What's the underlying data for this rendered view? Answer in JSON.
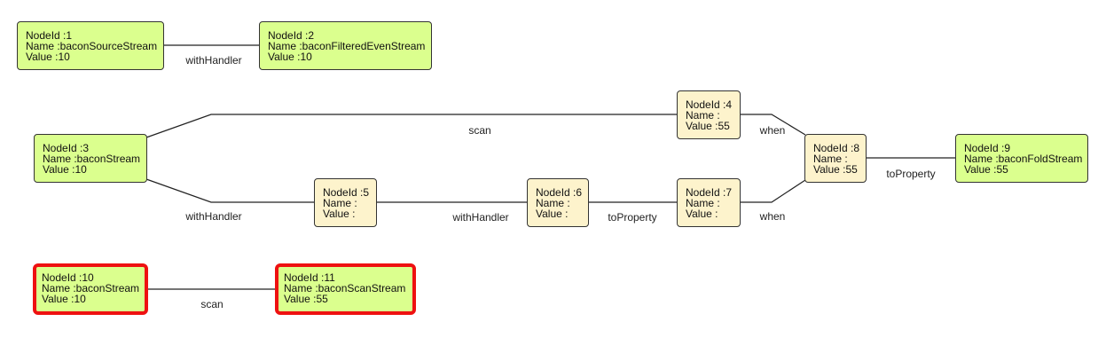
{
  "nodes": [
    {
      "id": "n1",
      "lines": [
        "NodeId :1",
        "Name :baconSourceStream",
        "Value :10"
      ],
      "style": "green"
    },
    {
      "id": "n2",
      "lines": [
        "NodeId :2",
        "Name :baconFilteredEvenStream",
        "Value :10"
      ],
      "style": "green"
    },
    {
      "id": "n3",
      "lines": [
        "NodeId :3",
        "Name :baconStream",
        "Value :10"
      ],
      "style": "green"
    },
    {
      "id": "n4",
      "lines": [
        "NodeId :4",
        "Name :",
        "Value :55"
      ],
      "style": "cream"
    },
    {
      "id": "n5",
      "lines": [
        "NodeId :5",
        "Name :",
        "Value :"
      ],
      "style": "cream"
    },
    {
      "id": "n6",
      "lines": [
        "NodeId :6",
        "Name :",
        "Value :"
      ],
      "style": "cream"
    },
    {
      "id": "n7",
      "lines": [
        "NodeId :7",
        "Name :",
        "Value :"
      ],
      "style": "cream"
    },
    {
      "id": "n8",
      "lines": [
        "NodeId :8",
        "Name :",
        "Value :55"
      ],
      "style": "cream"
    },
    {
      "id": "n9",
      "lines": [
        "NodeId :9",
        "Name :baconFoldStream",
        "Value :55"
      ],
      "style": "green"
    },
    {
      "id": "n10",
      "lines": [
        "NodeId :10",
        "Name :baconStream",
        "Value :10"
      ],
      "style": "green",
      "highlighted": true
    },
    {
      "id": "n11",
      "lines": [
        "NodeId :11",
        "Name :baconScanStream",
        "Value :55"
      ],
      "style": "green",
      "highlighted": true
    }
  ],
  "edges": [
    {
      "id": "e1",
      "label": "withHandler"
    },
    {
      "id": "e2",
      "label": "scan"
    },
    {
      "id": "e3",
      "label": "withHandler"
    },
    {
      "id": "e4",
      "label": "withHandler"
    },
    {
      "id": "e5",
      "label": "toProperty"
    },
    {
      "id": "e6",
      "label": "when"
    },
    {
      "id": "e7",
      "label": "when"
    },
    {
      "id": "e8",
      "label": "toProperty"
    },
    {
      "id": "e9",
      "label": "scan"
    }
  ],
  "colors": {
    "root_node": "#dbff8e",
    "intermediate_node": "#fdf3cc",
    "highlight_border": "#ee1111",
    "edge": "#222222"
  }
}
